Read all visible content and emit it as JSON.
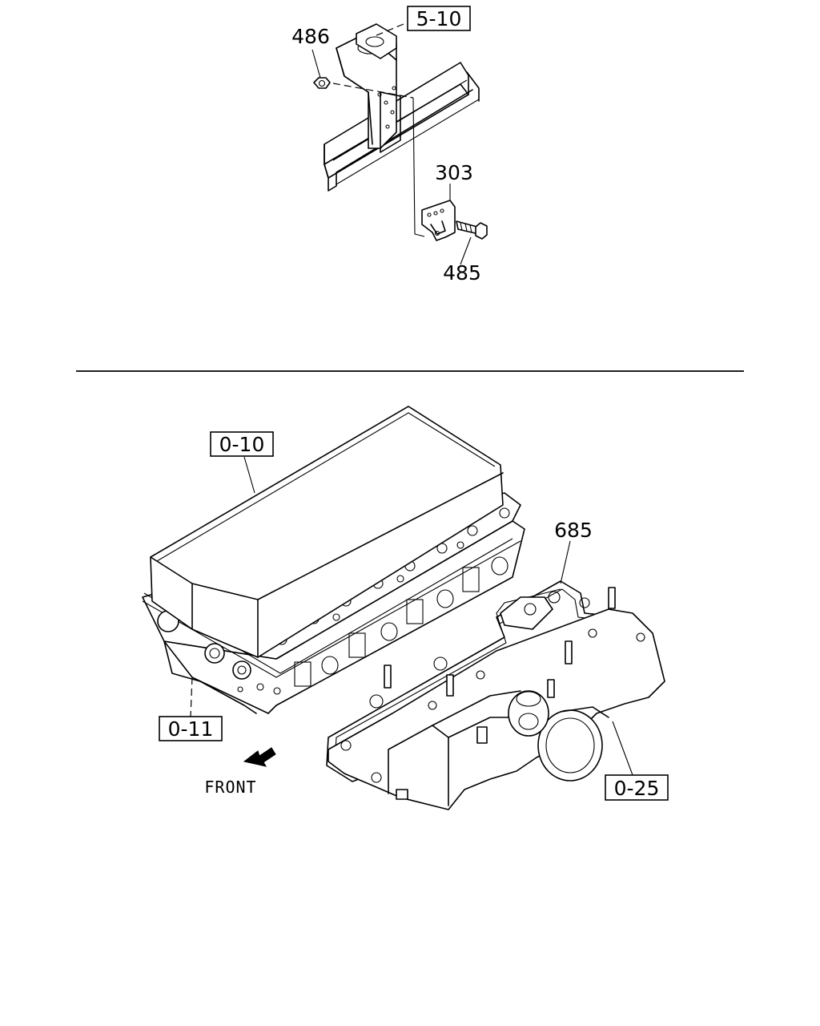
{
  "top_section": {
    "refs": {
      "bracket_ref": "5-10",
      "nut": "486",
      "clip": "303",
      "bolt": "485"
    }
  },
  "bottom_section": {
    "refs": {
      "head_cover_ref": "0-10",
      "cylinder_head_ref": "0-11",
      "gasket": "685",
      "intake_manifold_ref": "0-25"
    },
    "direction_label": "FRONT"
  }
}
